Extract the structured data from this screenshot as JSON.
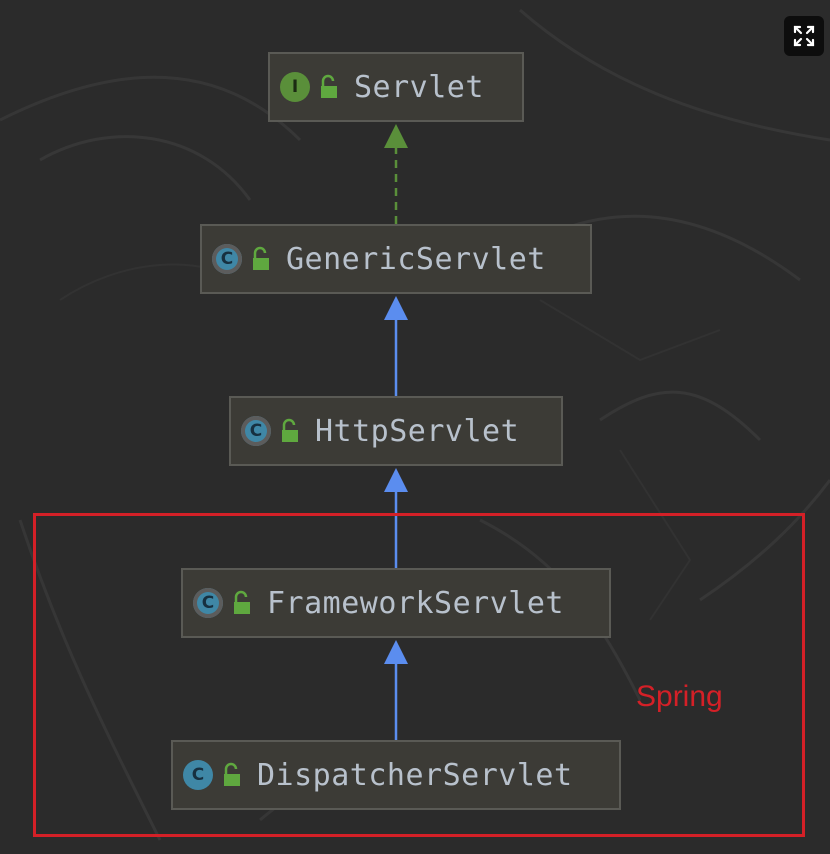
{
  "diagram": {
    "nodes": [
      {
        "id": "servlet",
        "kind": "interface",
        "kind_letter": "I",
        "name": "Servlet"
      },
      {
        "id": "generic-servlet",
        "kind": "abstract-class",
        "kind_letter": "C",
        "name": "GenericServlet"
      },
      {
        "id": "http-servlet",
        "kind": "abstract-class",
        "kind_letter": "C",
        "name": "HttpServlet"
      },
      {
        "id": "framework-servlet",
        "kind": "abstract-class",
        "kind_letter": "C",
        "name": "FrameworkServlet"
      },
      {
        "id": "dispatcher-servlet",
        "kind": "class",
        "kind_letter": "C",
        "name": "DispatcherServlet"
      }
    ],
    "edges": [
      {
        "from": "generic-servlet",
        "to": "servlet",
        "type": "implements"
      },
      {
        "from": "http-servlet",
        "to": "generic-servlet",
        "type": "extends"
      },
      {
        "from": "framework-servlet",
        "to": "http-servlet",
        "type": "extends"
      },
      {
        "from": "dispatcher-servlet",
        "to": "framework-servlet",
        "type": "extends"
      }
    ],
    "group": {
      "label": "Spring",
      "members": [
        "framework-servlet",
        "dispatcher-servlet"
      ]
    }
  },
  "colors": {
    "background": "#2b2b2b",
    "node_fill": "#3c3b36",
    "node_border": "#5a5a55",
    "node_text": "#b8c1cc",
    "interface_icon": "#5a8f3a",
    "class_icon": "#3f87a6",
    "lock_icon": "#5fa83f",
    "implements_arrow": "#5a8f3a",
    "extends_arrow": "#5b8def",
    "highlight": "#d42027"
  },
  "icons": {
    "expand": "expand-icon",
    "lock": "unlocked-padlock-icon"
  }
}
